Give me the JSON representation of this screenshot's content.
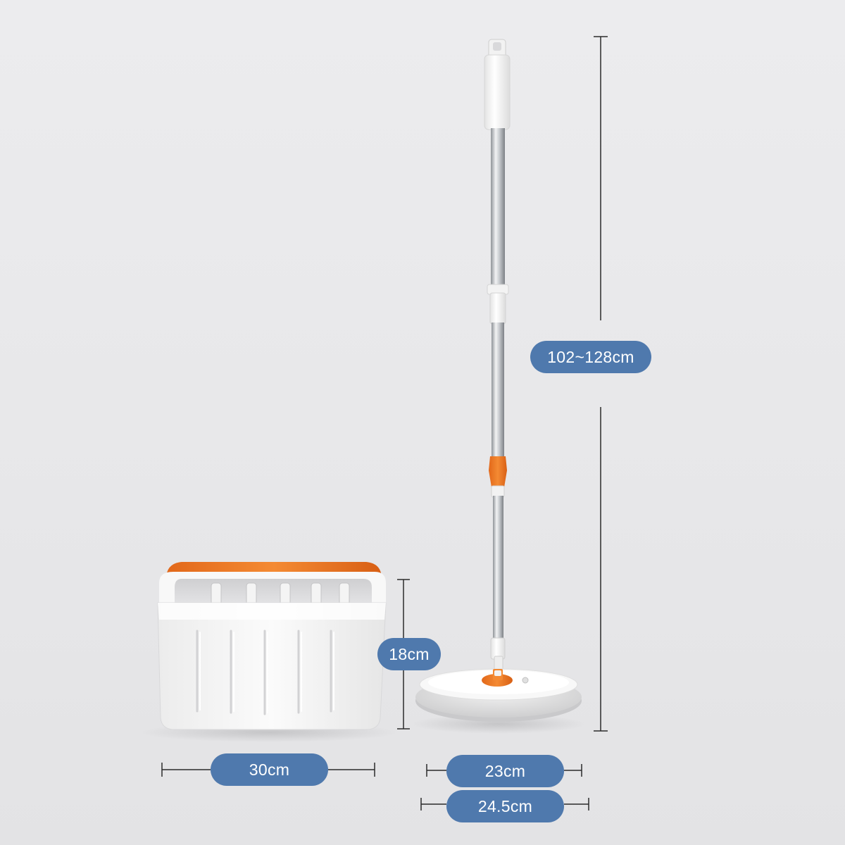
{
  "product": {
    "colors": {
      "background": "#e8e8ea",
      "accent_orange": "#f07a22",
      "label_blue": "#4f79ad",
      "plastic_white": "#f7f7f7",
      "steel": "#b9bcc0"
    }
  },
  "dimensions": {
    "mop_height_label": "102~128cm",
    "bucket_height_label": "18cm",
    "bucket_width_label": "30cm",
    "mop_head_inner_label": "23cm",
    "mop_head_outer_label": "24.5cm"
  }
}
